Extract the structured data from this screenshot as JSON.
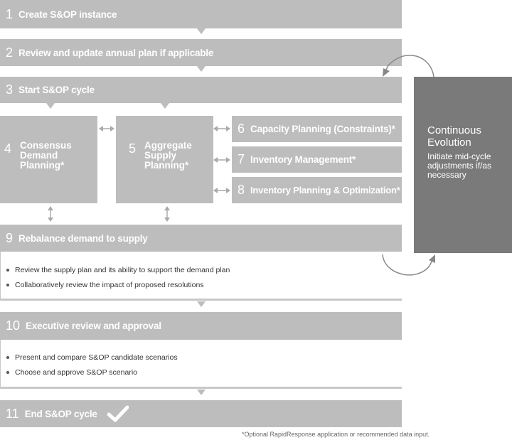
{
  "steps": [
    {
      "num": "1",
      "label": "Create S&OP instance"
    },
    {
      "num": "2",
      "label": "Review and update annual plan if applicable"
    },
    {
      "num": "3",
      "label": "Start S&OP cycle"
    },
    {
      "num": "4",
      "label": "Consensus Demand Planning*"
    },
    {
      "num": "5",
      "label": "Aggregate Supply Planning*"
    },
    {
      "num": "6",
      "label": "Capacity Planning (Constraints)*"
    },
    {
      "num": "7",
      "label": "Inventory Management*"
    },
    {
      "num": "8",
      "label": "Inventory Planning & Optimization*"
    },
    {
      "num": "9",
      "label": "Rebalance demand to supply",
      "bullets": [
        "Review the supply plan and its ability to support the demand plan",
        "Collaboratively review the impact of proposed resolutions"
      ]
    },
    {
      "num": "10",
      "label": "Executive review and approval",
      "bullets": [
        "Present and compare S&OP candidate scenarios",
        "Choose and approve S&OP scenario"
      ]
    },
    {
      "num": "11",
      "label": "End S&OP cycle"
    }
  ],
  "evolution": {
    "title": "Continuous Evolution",
    "text": "Initiate mid-cycle adjustments if/as necessary"
  },
  "footnote": "*Optional RapidResponse application or recommended data input.",
  "icons": {
    "check": "checkmark-icon",
    "arrows": "double-arrow-icon",
    "loop": "cycle-arrow-icon"
  },
  "colors": {
    "bar": "#bdbdbd",
    "dark": "#7a7a7a",
    "arrow": "#aaaaaa"
  }
}
